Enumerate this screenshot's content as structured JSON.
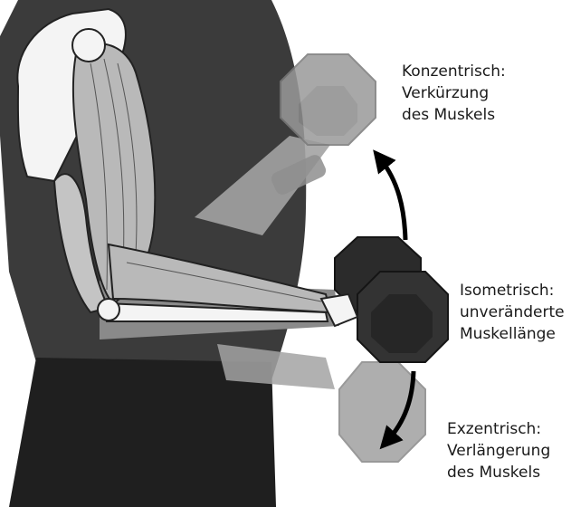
{
  "labels": {
    "concentric": {
      "line1": "Konzentrisch:",
      "line2": "Verkürzung",
      "line3": "des Muskels"
    },
    "isometric": {
      "line1": "Isometrisch:",
      "line2": "unveränderte",
      "line3": "Muskellänge"
    },
    "eccentric": {
      "line1": "Exzentrisch:",
      "line2": "Verlängerung",
      "line3": "des Muskels"
    }
  },
  "colors": {
    "shirt": "#3b3b3b",
    "shorts": "#1f1f1f",
    "skin_ghost": "#a3a3a3",
    "dumbbell": "#2b2b2b",
    "dumbbell_ghost": "#9a9a9a",
    "bone": "#f4f4f4",
    "muscle": "#b9b9b9",
    "arrow": "#000000",
    "text": "#1a1a1a"
  },
  "icons": {
    "arrow_up": "curved-arrow-up-icon",
    "arrow_down": "curved-arrow-down-icon"
  }
}
